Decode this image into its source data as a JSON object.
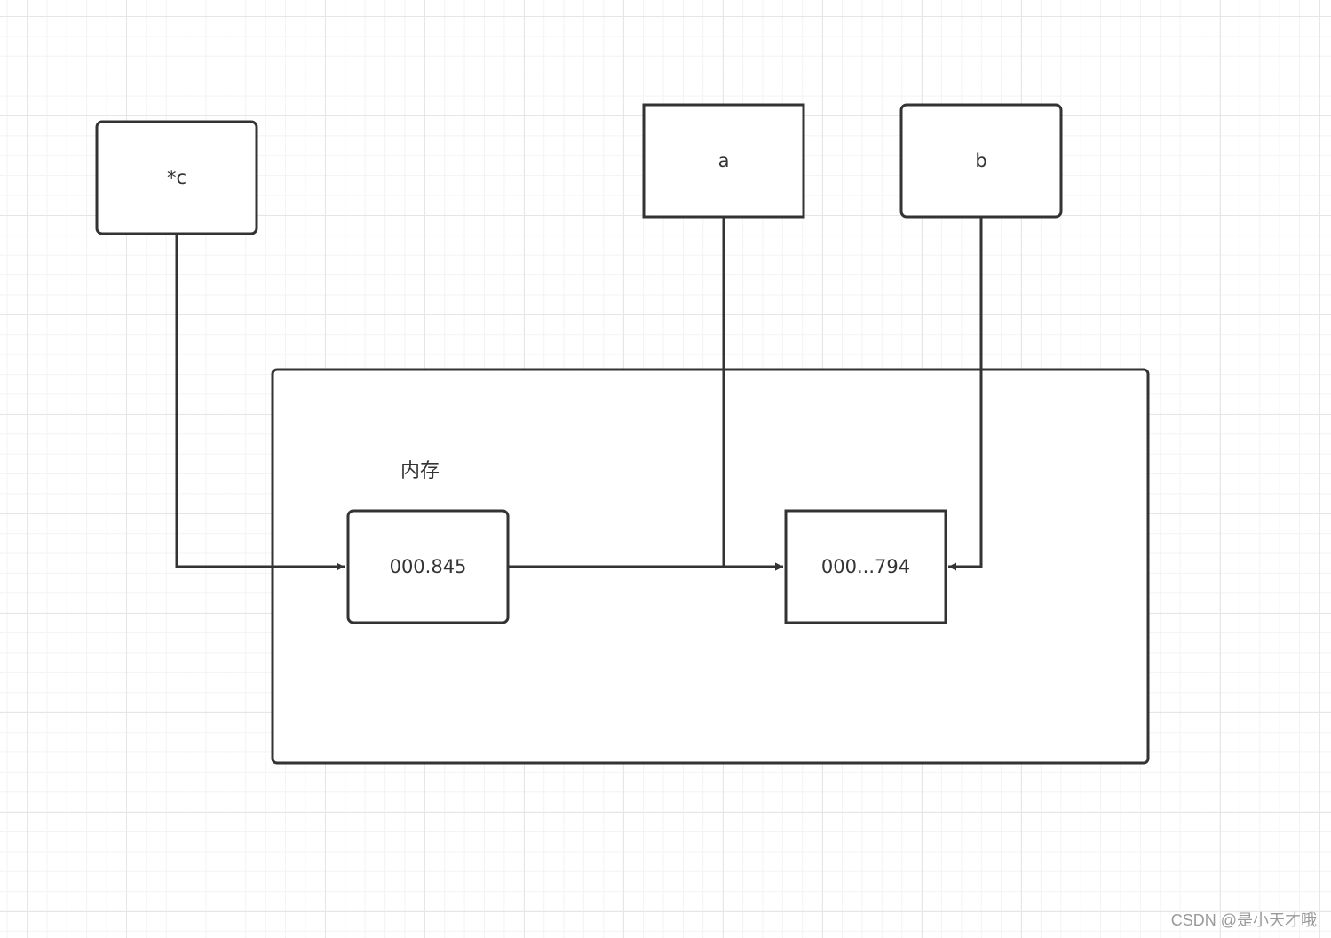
{
  "diagram": {
    "nodes": {
      "c_pointer": {
        "label": "*c"
      },
      "var_a": {
        "label": "a"
      },
      "var_b": {
        "label": "b"
      },
      "memory": {
        "label": "内存"
      },
      "addr_845": {
        "label": "000.845"
      },
      "addr_794": {
        "label": "000...794"
      }
    },
    "edges": [
      {
        "from": "*c",
        "to": "000.845"
      },
      {
        "from": "a",
        "to": "000...794"
      },
      {
        "from": "b",
        "to": "000...794"
      },
      {
        "from": "000.845",
        "to": "000...794"
      }
    ]
  },
  "watermark": {
    "text": "CSDN @是小天才哦"
  },
  "colors": {
    "stroke": "#333333",
    "grid_major": "#e6e6e6",
    "grid_minor": "#f3f3f3",
    "watermark": "#9a9a9a"
  }
}
